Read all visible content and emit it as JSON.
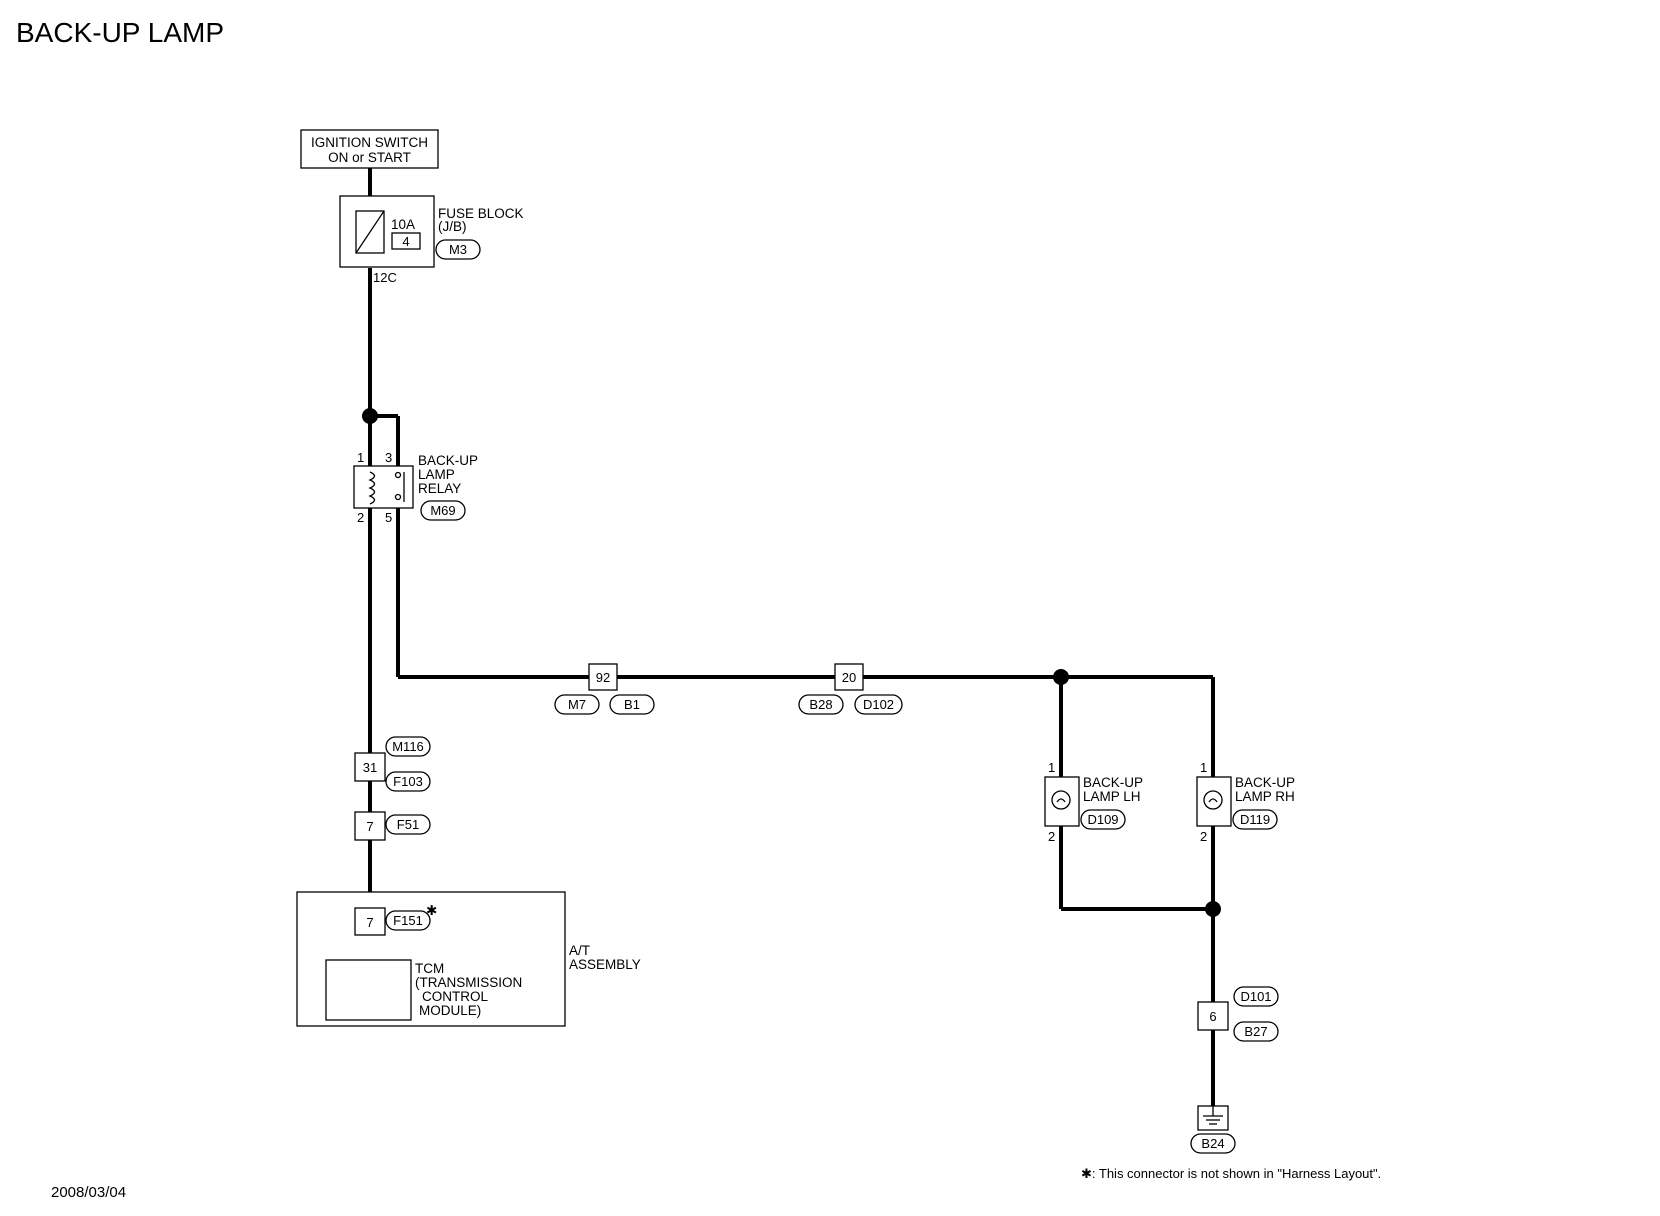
{
  "title": "BACK-UP LAMP",
  "date": "2008/03/04",
  "footnote": "✱: This connector is not shown in \"Harness Layout\".",
  "ignition": {
    "line1": "IGNITION SWITCH",
    "line2": "ON or START"
  },
  "fuse_block": {
    "line1": "FUSE BLOCK",
    "line2": "(J/B)",
    "rating": "10A",
    "fuse_no": "4",
    "connector": "M3",
    "terminal": "12C"
  },
  "relay": {
    "line1": "BACK-UP",
    "line2": "LAMP",
    "line3": "RELAY",
    "connector": "M69",
    "pin1": "1",
    "pin2": "2",
    "pin3": "3",
    "pin5": "5"
  },
  "joints": {
    "j92": {
      "pin": "92",
      "conn_a": "M7",
      "conn_b": "B1"
    },
    "j20": {
      "pin": "20",
      "conn_a": "B28",
      "conn_b": "D102"
    },
    "j31": {
      "pin": "31",
      "conn_a": "M116",
      "conn_b": "F103"
    },
    "j7": {
      "pin": "7",
      "conn": "F51"
    },
    "j6": {
      "pin": "6",
      "conn_a": "D101",
      "conn_b": "B27"
    }
  },
  "lamp_lh": {
    "line1": "BACK-UP",
    "line2": "LAMP LH",
    "connector": "D109",
    "pin1": "1",
    "pin2": "2"
  },
  "lamp_rh": {
    "line1": "BACK-UP",
    "line2": "LAMP RH",
    "connector": "D119",
    "pin1": "1",
    "pin2": "2"
  },
  "at_assembly": {
    "line1": "A/T",
    "line2": "ASSEMBLY",
    "pin": "7",
    "connector": "F151",
    "star": "✱"
  },
  "tcm": {
    "line1": "TCM",
    "line2": "(TRANSMISSION",
    "line3": "CONTROL",
    "line4": "MODULE)"
  },
  "ground": {
    "connector": "B24"
  }
}
